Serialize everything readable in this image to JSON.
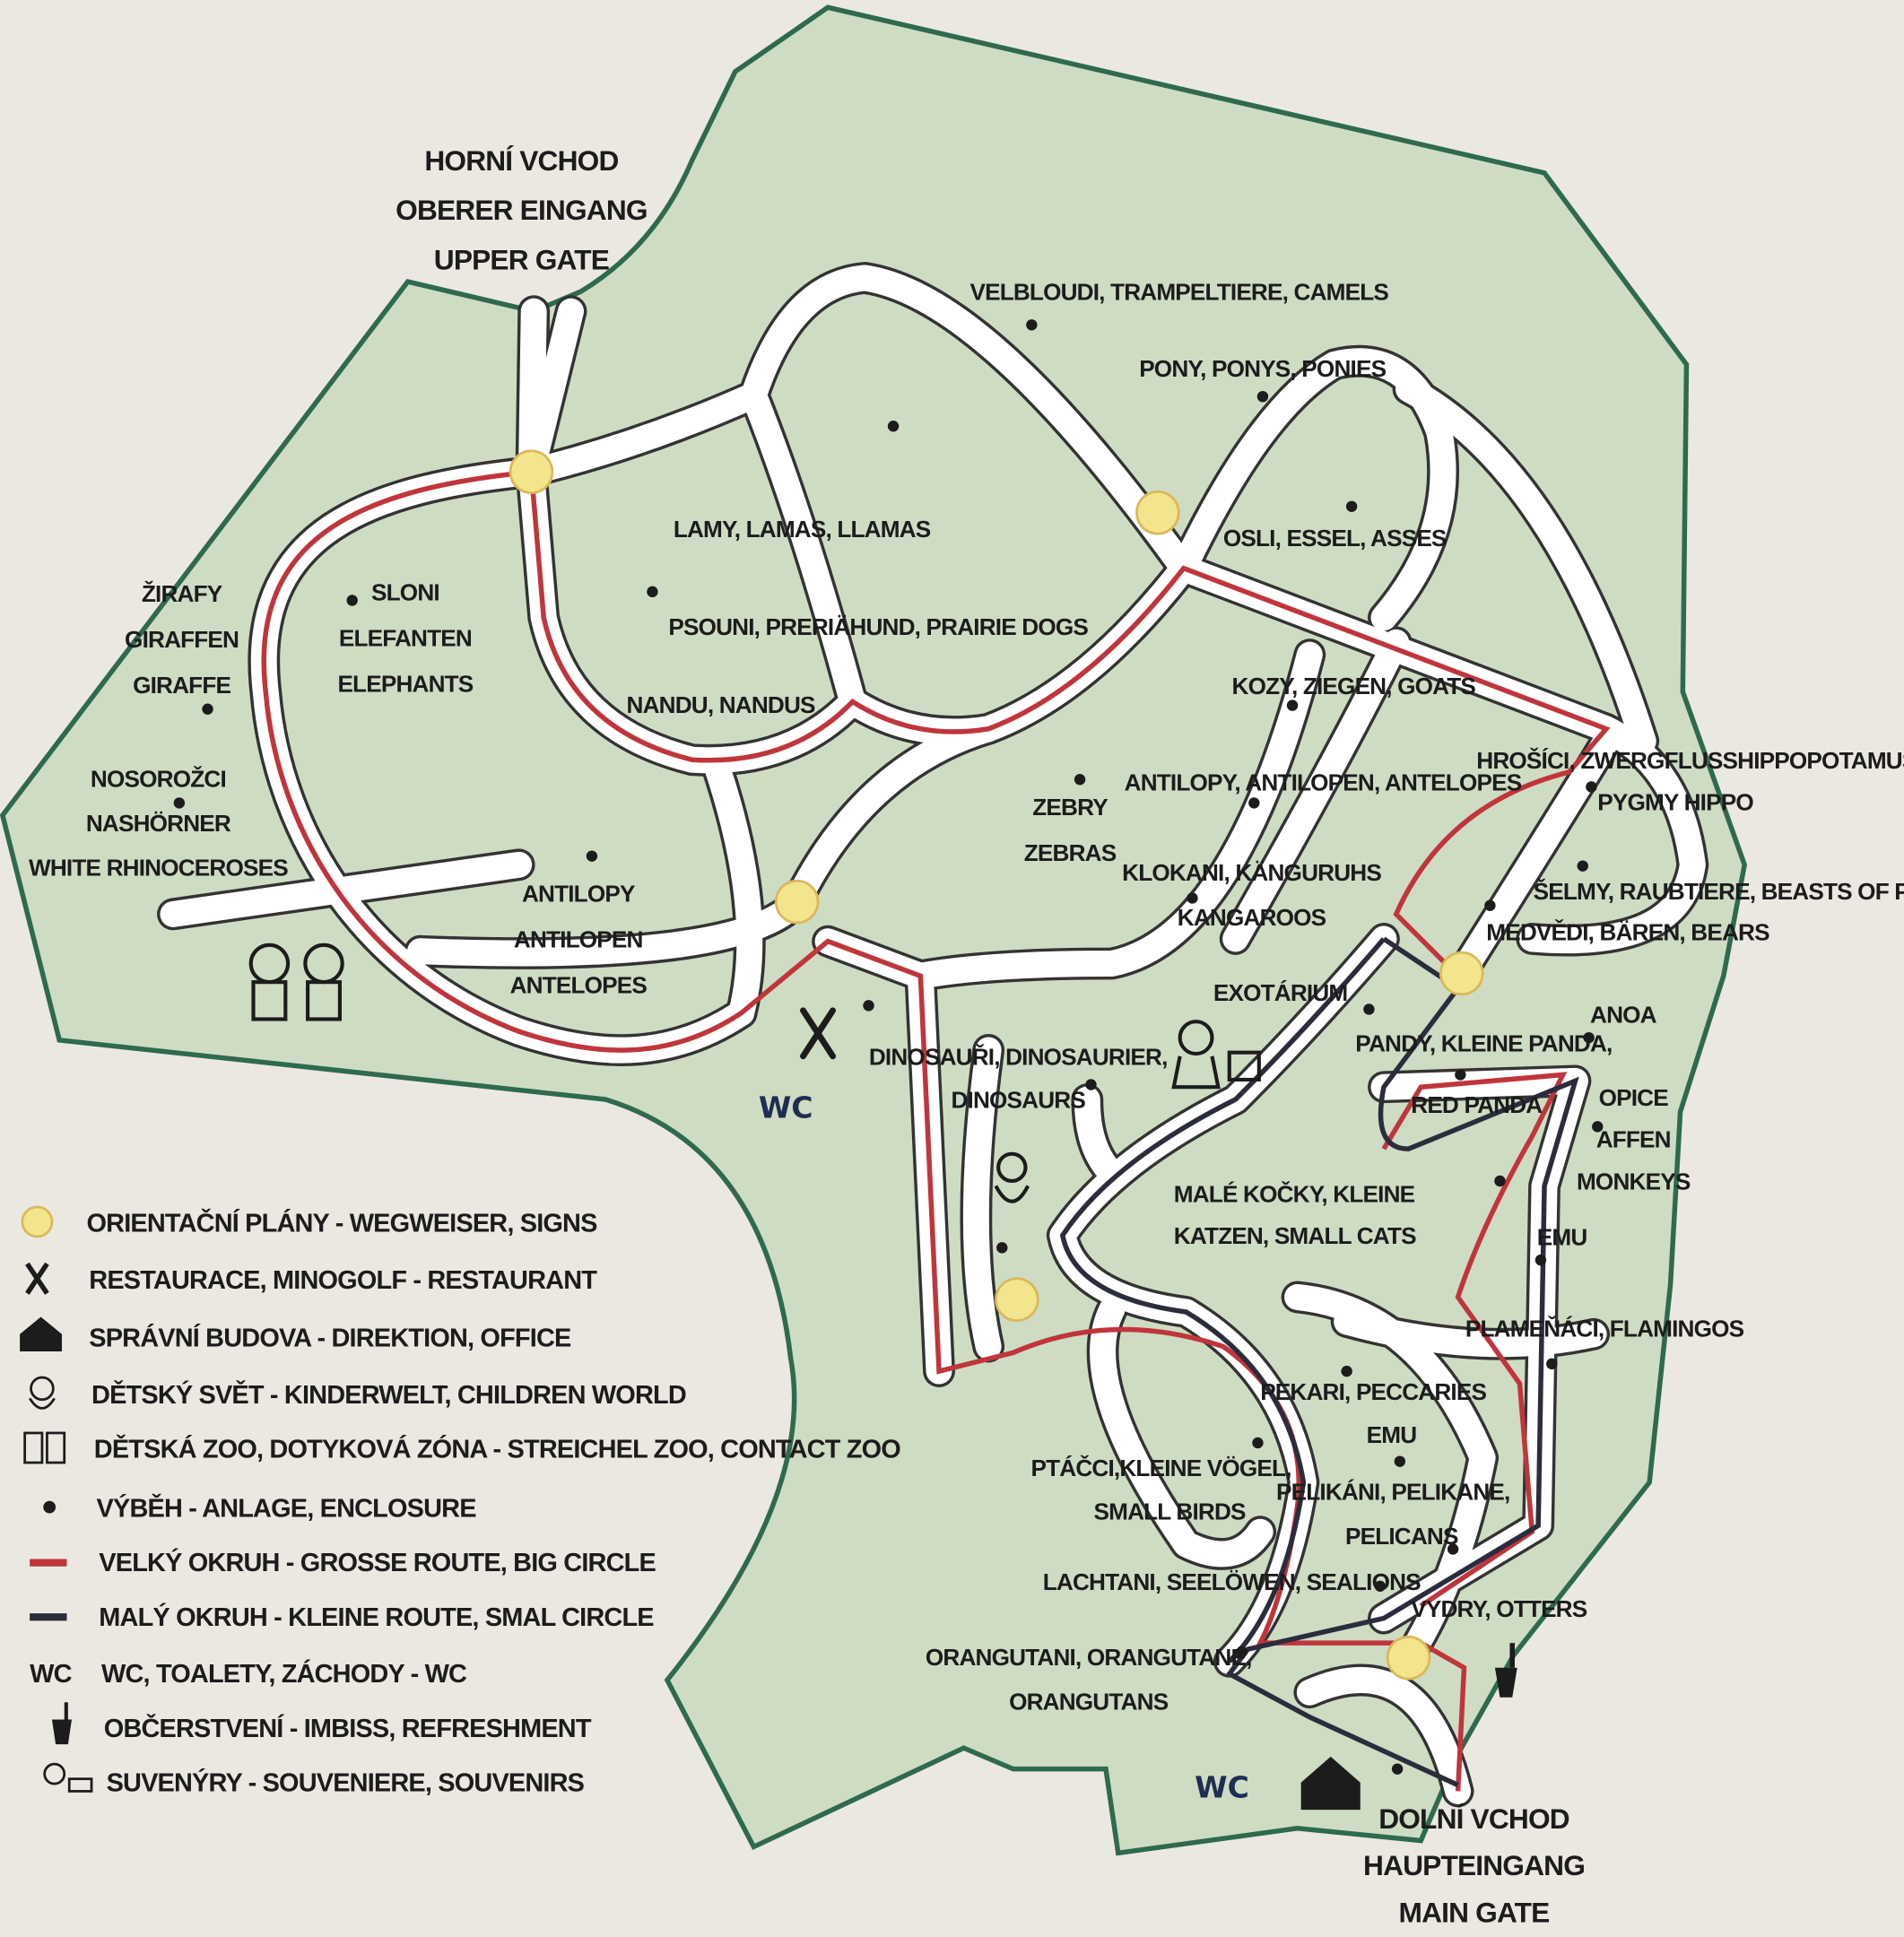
{
  "colors": {
    "park": "#cfdcc4",
    "border": "#2f6a4e",
    "path": "#ffffff",
    "big_route": "#c0353c",
    "small_route": "#2b2d3c",
    "sign": "#f3e48e",
    "background": "#ebe8e1"
  },
  "labels": [
    {
      "id": "upper-gate",
      "lines": [
        "HORNÍ VCHOD",
        "OBERER EINGANG",
        "UPPER GATE"
      ]
    },
    {
      "id": "camels",
      "lines": [
        "VELBLOUDI, TRAMPELTIERE, CAMELS"
      ]
    },
    {
      "id": "ponies",
      "lines": [
        "PONY, PONYS, PONIES"
      ]
    },
    {
      "id": "llamas",
      "lines": [
        "LAMY, LAMAS, LLAMAS"
      ]
    },
    {
      "id": "asses",
      "lines": [
        "OSLI, ESSEL, ASSES"
      ]
    },
    {
      "id": "giraffes",
      "lines": [
        "ŽIRAFY",
        "GIRAFFEN",
        "GIRAFFE"
      ]
    },
    {
      "id": "elephants",
      "lines": [
        "SLONI",
        "ELEFANTEN",
        "ELEPHANTS"
      ]
    },
    {
      "id": "prairie-dogs",
      "lines": [
        "PSOUNI, PRERIÄHUND, PRAIRIE DOGS"
      ]
    },
    {
      "id": "nandus",
      "lines": [
        "NANDU, NANDUS"
      ]
    },
    {
      "id": "goats",
      "lines": [
        "KOZY, ZIEGEN, GOATS"
      ]
    },
    {
      "id": "pygmy-hippo-1",
      "lines": [
        "HROŠÍCI, ZWERGFLUSSHIPPOPOTAMUS,"
      ]
    },
    {
      "id": "pygmy-hippo-2",
      "lines": [
        "PYGMY HIPPO"
      ]
    },
    {
      "id": "rhinos",
      "lines": [
        "NOSOROŽCI",
        "NASHÖRNER",
        "WHITE RHINOCEROSES"
      ]
    },
    {
      "id": "antelopes-east",
      "lines": [
        "ANTILOPY, ANTILOPEN, ANTELOPES"
      ]
    },
    {
      "id": "zebras",
      "lines": [
        "ZEBRY",
        "ZEBRAS"
      ]
    },
    {
      "id": "kangaroos",
      "lines": [
        "KLOKANI, KÄNGURUHS",
        "KANGAROOS"
      ]
    },
    {
      "id": "beasts-of-prey",
      "lines": [
        "ŠELMY, RAUBTIERE, BEASTS OF PREY"
      ]
    },
    {
      "id": "bears",
      "lines": [
        "MEDVĚDI, BÄREN, BEARS"
      ]
    },
    {
      "id": "antelopes-west",
      "lines": [
        "ANTILOPY",
        "ANTILOPEN",
        "ANTELOPES"
      ]
    },
    {
      "id": "exotarium",
      "lines": [
        "EXOTÁRIUM"
      ]
    },
    {
      "id": "anoa",
      "lines": [
        "ANOA"
      ]
    },
    {
      "id": "red-panda-1",
      "lines": [
        "PANDY, KLEINE PANDA,"
      ]
    },
    {
      "id": "red-panda-2",
      "lines": [
        "RED PANDA"
      ]
    },
    {
      "id": "dinosaurs",
      "lines": [
        "DINOSAUŘI, DINOSAURIER,",
        "DINOSAURS"
      ]
    },
    {
      "id": "monkeys",
      "lines": [
        "OPICE",
        "AFFEN",
        "MONKEYS"
      ]
    },
    {
      "id": "small-cats",
      "lines": [
        "MALÉ KOČKY, KLEINE",
        "KATZEN, SMALL CATS"
      ]
    },
    {
      "id": "emu-east",
      "lines": [
        "EMU"
      ]
    },
    {
      "id": "flamingos",
      "lines": [
        "PLAMEŇÁCI, FLAMINGOS"
      ]
    },
    {
      "id": "peccaries",
      "lines": [
        "PEKARI, PECCARIES"
      ]
    },
    {
      "id": "emu-south",
      "lines": [
        "EMU"
      ]
    },
    {
      "id": "small-birds",
      "lines": [
        "PTÁČCI,KLEINE VÖGEL,",
        "SMALL BIRDS"
      ]
    },
    {
      "id": "pelicans",
      "lines": [
        "PELIKÁNI, PELIKANE,",
        "PELICANS"
      ]
    },
    {
      "id": "sealions",
      "lines": [
        "LACHTANI, SEELÖWEN, SEALIONS"
      ]
    },
    {
      "id": "otters",
      "lines": [
        "VYDRY, OTTERS"
      ]
    },
    {
      "id": "orangutans",
      "lines": [
        "ORANGUTANI, ORANGUTANE,",
        "ORANGUTANS"
      ]
    },
    {
      "id": "main-gate",
      "lines": [
        "DOLNÍ VCHOD",
        "HAUPTEINGANG",
        "MAIN GATE"
      ]
    }
  ],
  "wc_markers": [
    "WC",
    "WC"
  ],
  "legend": [
    {
      "icon": "sign-circle-icon",
      "text": "ORIENTAČNÍ PLÁNY - WEGWEISER, SIGNS"
    },
    {
      "icon": "fork-knife-icon",
      "text": "RESTAURACE, MINOGOLF - RESTAURANT"
    },
    {
      "icon": "office-building-icon",
      "text": "SPRÁVNÍ BUDOVA - DIREKTION, OFFICE"
    },
    {
      "icon": "children-world-icon",
      "text": "DĚTSKÝ SVĚT - KINDERWELT, CHILDREN WORLD"
    },
    {
      "icon": "contact-zoo-icon",
      "text": "DĚTSKÁ ZOO, DOTYKOVÁ ZÓNA - STREICHEL ZOO, CONTACT ZOO"
    },
    {
      "icon": "enclosure-dot-icon",
      "text": "VÝBĚH - ANLAGE, ENCLOSURE"
    },
    {
      "icon": "red-line-icon",
      "text": "VELKÝ OKRUH - GROSSE ROUTE, BIG CIRCLE"
    },
    {
      "icon": "dark-line-icon",
      "text": "MALÝ OKRUH - KLEINE ROUTE, SMAL CIRCLE"
    },
    {
      "icon": "wc-icon",
      "icon_text": "WC",
      "text": "WC, TOALETY, ZÁCHODY - WC"
    },
    {
      "icon": "drink-cup-icon",
      "text": "OBČERSTVENÍ - IMBISS, REFRESHMENT"
    },
    {
      "icon": "souvenir-icon",
      "text": "SUVENÝRY - SOUVENIERE, SOUVENIRS"
    }
  ]
}
